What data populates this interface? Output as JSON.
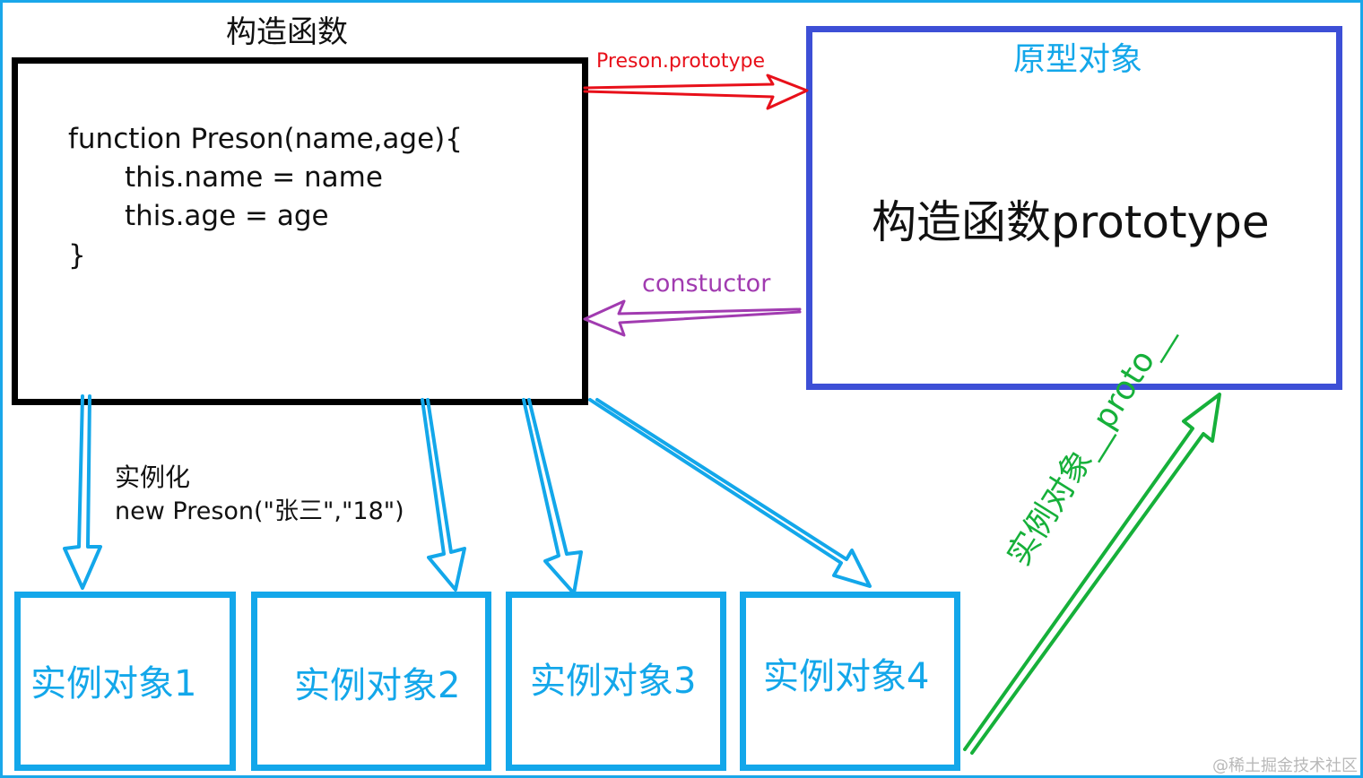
{
  "constructor_box": {
    "title": "构造函数",
    "code": [
      "function Preson(name,age){",
      "this.name = name",
      "this.age = age",
      "}"
    ]
  },
  "prototype_box": {
    "title": "原型对象",
    "body": "构造函数prototype"
  },
  "arrows": {
    "prototype_label": "Preson.prototype",
    "constructor_label": "constuctor",
    "instantiate_label": "实例化",
    "instantiate_code": "new Preson(\"张三\",\"18\")",
    "proto_label": "实例对象__proto__"
  },
  "instances": [
    {
      "label": "实例对象1"
    },
    {
      "label": "实例对象2"
    },
    {
      "label": "实例对象3"
    },
    {
      "label": "实例对象4"
    }
  ],
  "watermark": "@稀土掘金技术社区",
  "colors": {
    "constructor_border": "#000000",
    "prototype_border": "#3d4fd6",
    "instance_border": "#13a7ea",
    "prototype_arrow": "#e8101a",
    "constructor_arrow": "#a13bb0",
    "instance_arrow": "#13a7ea",
    "proto_arrow": "#16b03a"
  }
}
